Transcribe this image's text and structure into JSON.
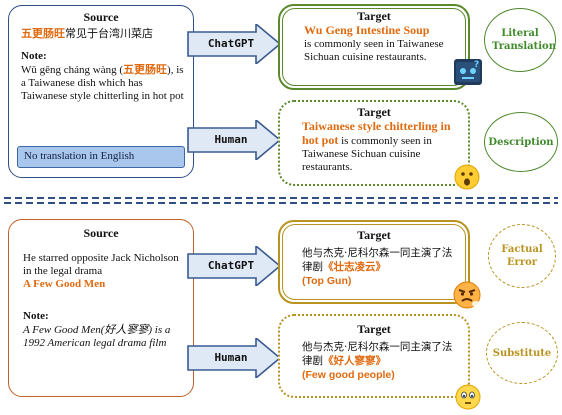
{
  "top": {
    "source": {
      "header": "Source",
      "zh_term": "五更肠旺",
      "zh_rest": "常见于台湾川菜店",
      "note_label": "Note:",
      "note_pre": "Wǔ gēng cháng wàng (",
      "note_term": "五更肠旺",
      "note_post": "),  is a Taiwanese dish which has Taiwanese style chitterling in hot pot",
      "badge": "No translation in English"
    },
    "chatgpt_label": "ChatGPT",
    "human_label": "Human",
    "target1": {
      "header": "Target",
      "highlight": "Wu Geng Intestine Soup",
      "rest": "is commonly seen in Taiwanese Sichuan cuisine restaurants."
    },
    "target2": {
      "header": "Target",
      "highlight": "Taiwanese style chitterling in hot pot",
      "rest": "is commonly seen in Taiwanese Sichuan cuisine restaurants."
    },
    "bubble1": "Literal Translation",
    "bubble2": "Description"
  },
  "bottom": {
    "source": {
      "header": "Source",
      "line1": "He starred opposite Jack Nicholson in the legal drama",
      "title": "A Few Good Men",
      "note_label": "Note:",
      "note_text": "A Few Good Men(好人寥寥) is a 1992 American legal drama film"
    },
    "chatgpt_label": "ChatGPT",
    "human_label": "Human",
    "target1": {
      "header": "Target",
      "zh": "他与杰克·尼科尔森一同主演了法律剧",
      "highlight": "《壮志凌云》",
      "gloss": "(Top Gun)"
    },
    "target2": {
      "header": "Target",
      "zh": "他与杰克·尼科尔森一同主演了法律剧",
      "highlight": "《好人寥寥》",
      "gloss": "(Few good people)"
    },
    "bubble1": "Factual Error",
    "bubble2": "Substitute"
  },
  "colors": {
    "blue_border": "#2f4f86",
    "orange_border": "#c0612a",
    "highlight": "#e06a10",
    "green": "#5a8a2c",
    "gold": "#b8931f",
    "arrow_fill": "#dfe9f6",
    "arrow_stroke": "#3a5a90",
    "badge_fill": "#a9c6ec"
  },
  "icons": [
    "robot-icon",
    "surprised-emoji-icon",
    "angry-emoji-icon",
    "confused-emoji-icon"
  ]
}
